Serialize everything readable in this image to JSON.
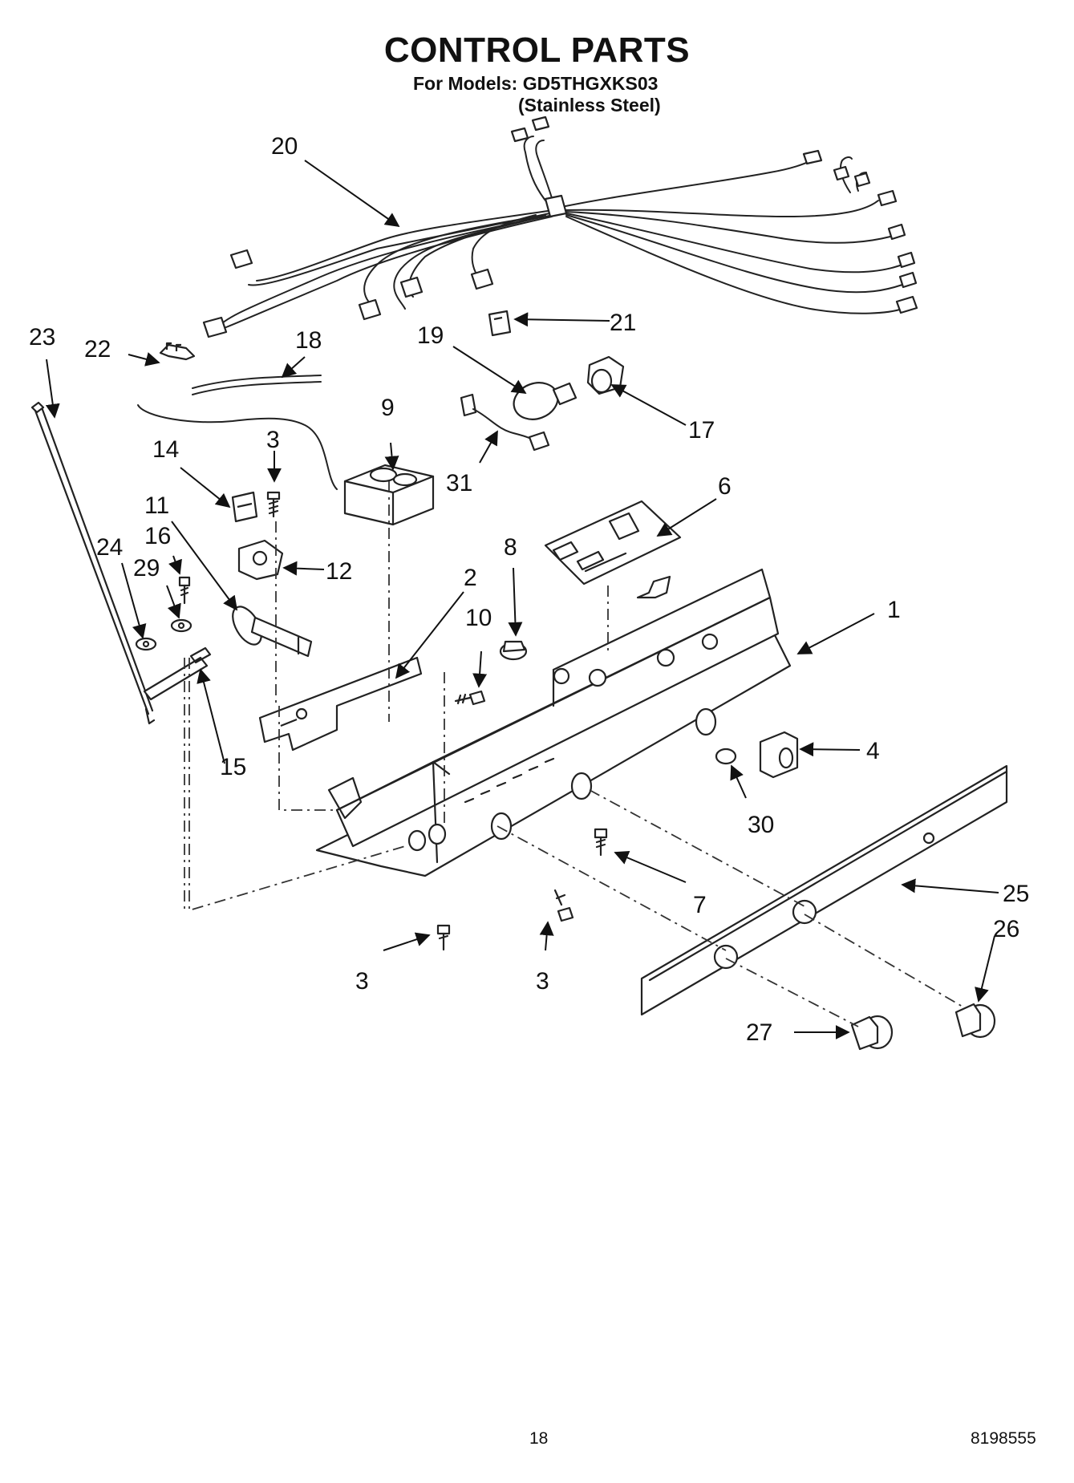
{
  "header": {
    "title": "CONTROL PARTS",
    "models_line": "For Models: GD5THGXKS03",
    "finish_line": "(Stainless Steel)"
  },
  "callouts": [
    "20",
    "23",
    "22",
    "18",
    "19",
    "21",
    "17",
    "9",
    "14",
    "3",
    "31",
    "6",
    "11",
    "16",
    "12",
    "24",
    "29",
    "8",
    "2",
    "10",
    "1",
    "4",
    "15",
    "30",
    "25",
    "7",
    "26",
    "3",
    "3",
    "27"
  ],
  "footer": {
    "page_number": "18",
    "doc_number": "8198555"
  }
}
